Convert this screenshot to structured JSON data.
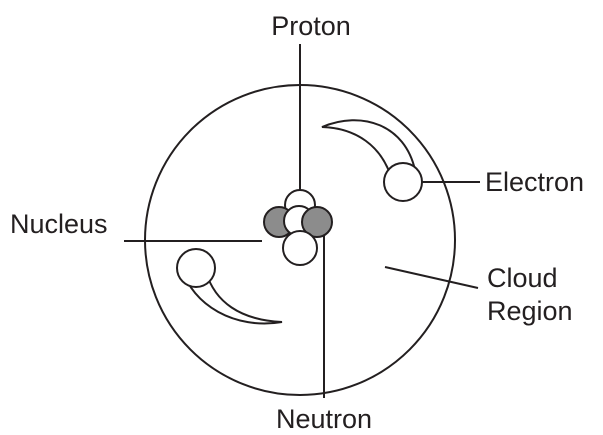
{
  "diagram": {
    "labels": {
      "proton": "Proton",
      "electron": "Electron",
      "nucleus": "Nucleus",
      "cloud_line1": "Cloud",
      "cloud_line2": "Region",
      "neutron": "Neutron"
    },
    "colors": {
      "stroke": "#231f20",
      "proton_fill": "#ffffff",
      "neutron_fill": "#8c8c8c",
      "electron_fill": "#ffffff",
      "background": "#ffffff"
    }
  }
}
